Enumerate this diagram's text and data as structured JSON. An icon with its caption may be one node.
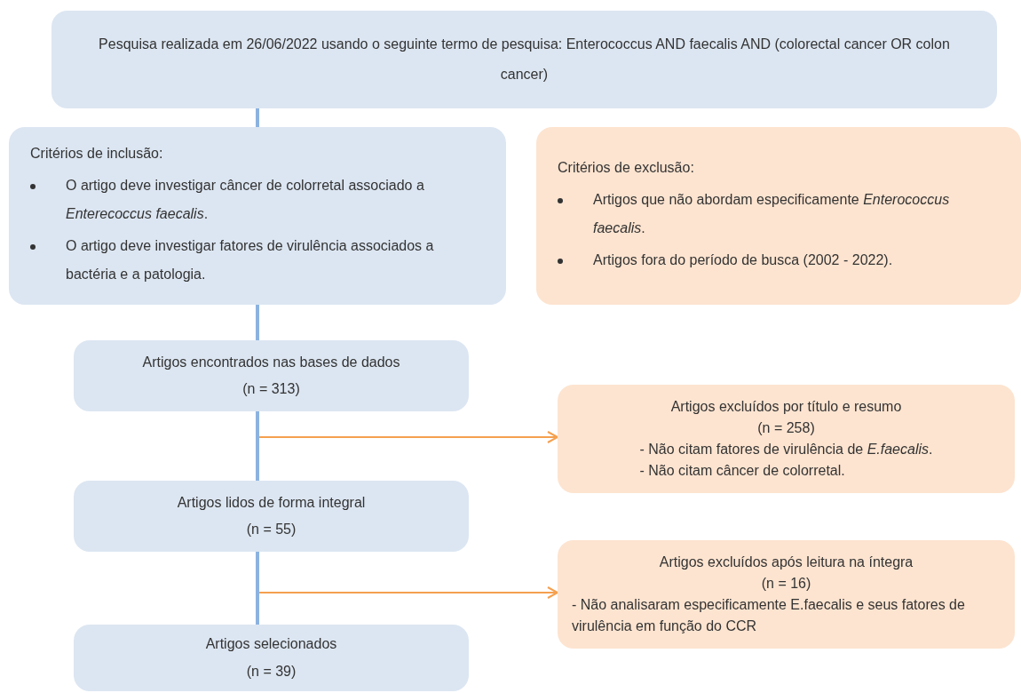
{
  "diagram": {
    "nodes": [
      {
        "text": [
          "Pesquisa realizada em 26/06/2022 usando o seguinte termo de pesquisa: Enterococcus AND faecalis AND (colorectal cancer OR colon cancer)"
        ]
      },
      {
        "text": [
          "Critérios de inclusão:",
          "O artigo deve investigar  câncer de colorretal associado a *Enterecoccus faecalis*.",
          "O artigo deve investigar fatores de virulência associados  a bactéria e a patologia."
        ]
      },
      {
        "text": [
          "Critérios de exclusão:",
          "Artigos que não abordam especificamente *Enterococcus faecalis*.",
          "Artigos fora do período de busca (2002 - 2022)."
        ]
      },
      {
        "text": [
          "Artigos encontrados nas bases de dados",
          "(n = 313)"
        ]
      },
      {
        "text": [
          "Artigos excluídos por título e resumo",
          "(n = 258)",
          "- Não citam fatores de virulência de *E.faecalis*.",
          "- Não citam câncer de colorretal."
        ]
      },
      {
        "text": [
          "Artigos lidos de forma integral",
          "(n = 55)"
        ]
      },
      {
        "text": [
          "Artigos excluídos após leitura na íntegra",
          "(n = 16)",
          "- Não analisaram especificamente E.faecalis e seus fatores de virulência em função do CCR"
        ]
      },
      {
        "text": [
          "Artigos selecionados",
          "(n = 39)"
        ]
      }
    ],
    "edges": [
      {
        "from": 0,
        "to": 1,
        "arrow": "none"
      },
      {
        "from": 1,
        "to": 3,
        "arrow": "none"
      },
      {
        "from": 3,
        "to": 5,
        "arrow": "none"
      },
      {
        "from": 5,
        "to": 7,
        "arrow": "none"
      },
      {
        "from": null,
        "to": 4,
        "arrow": "to",
        "color": "#f5a04f"
      },
      {
        "from": null,
        "to": 6,
        "arrow": "to",
        "color": "#f5a04f"
      }
    ]
  }
}
